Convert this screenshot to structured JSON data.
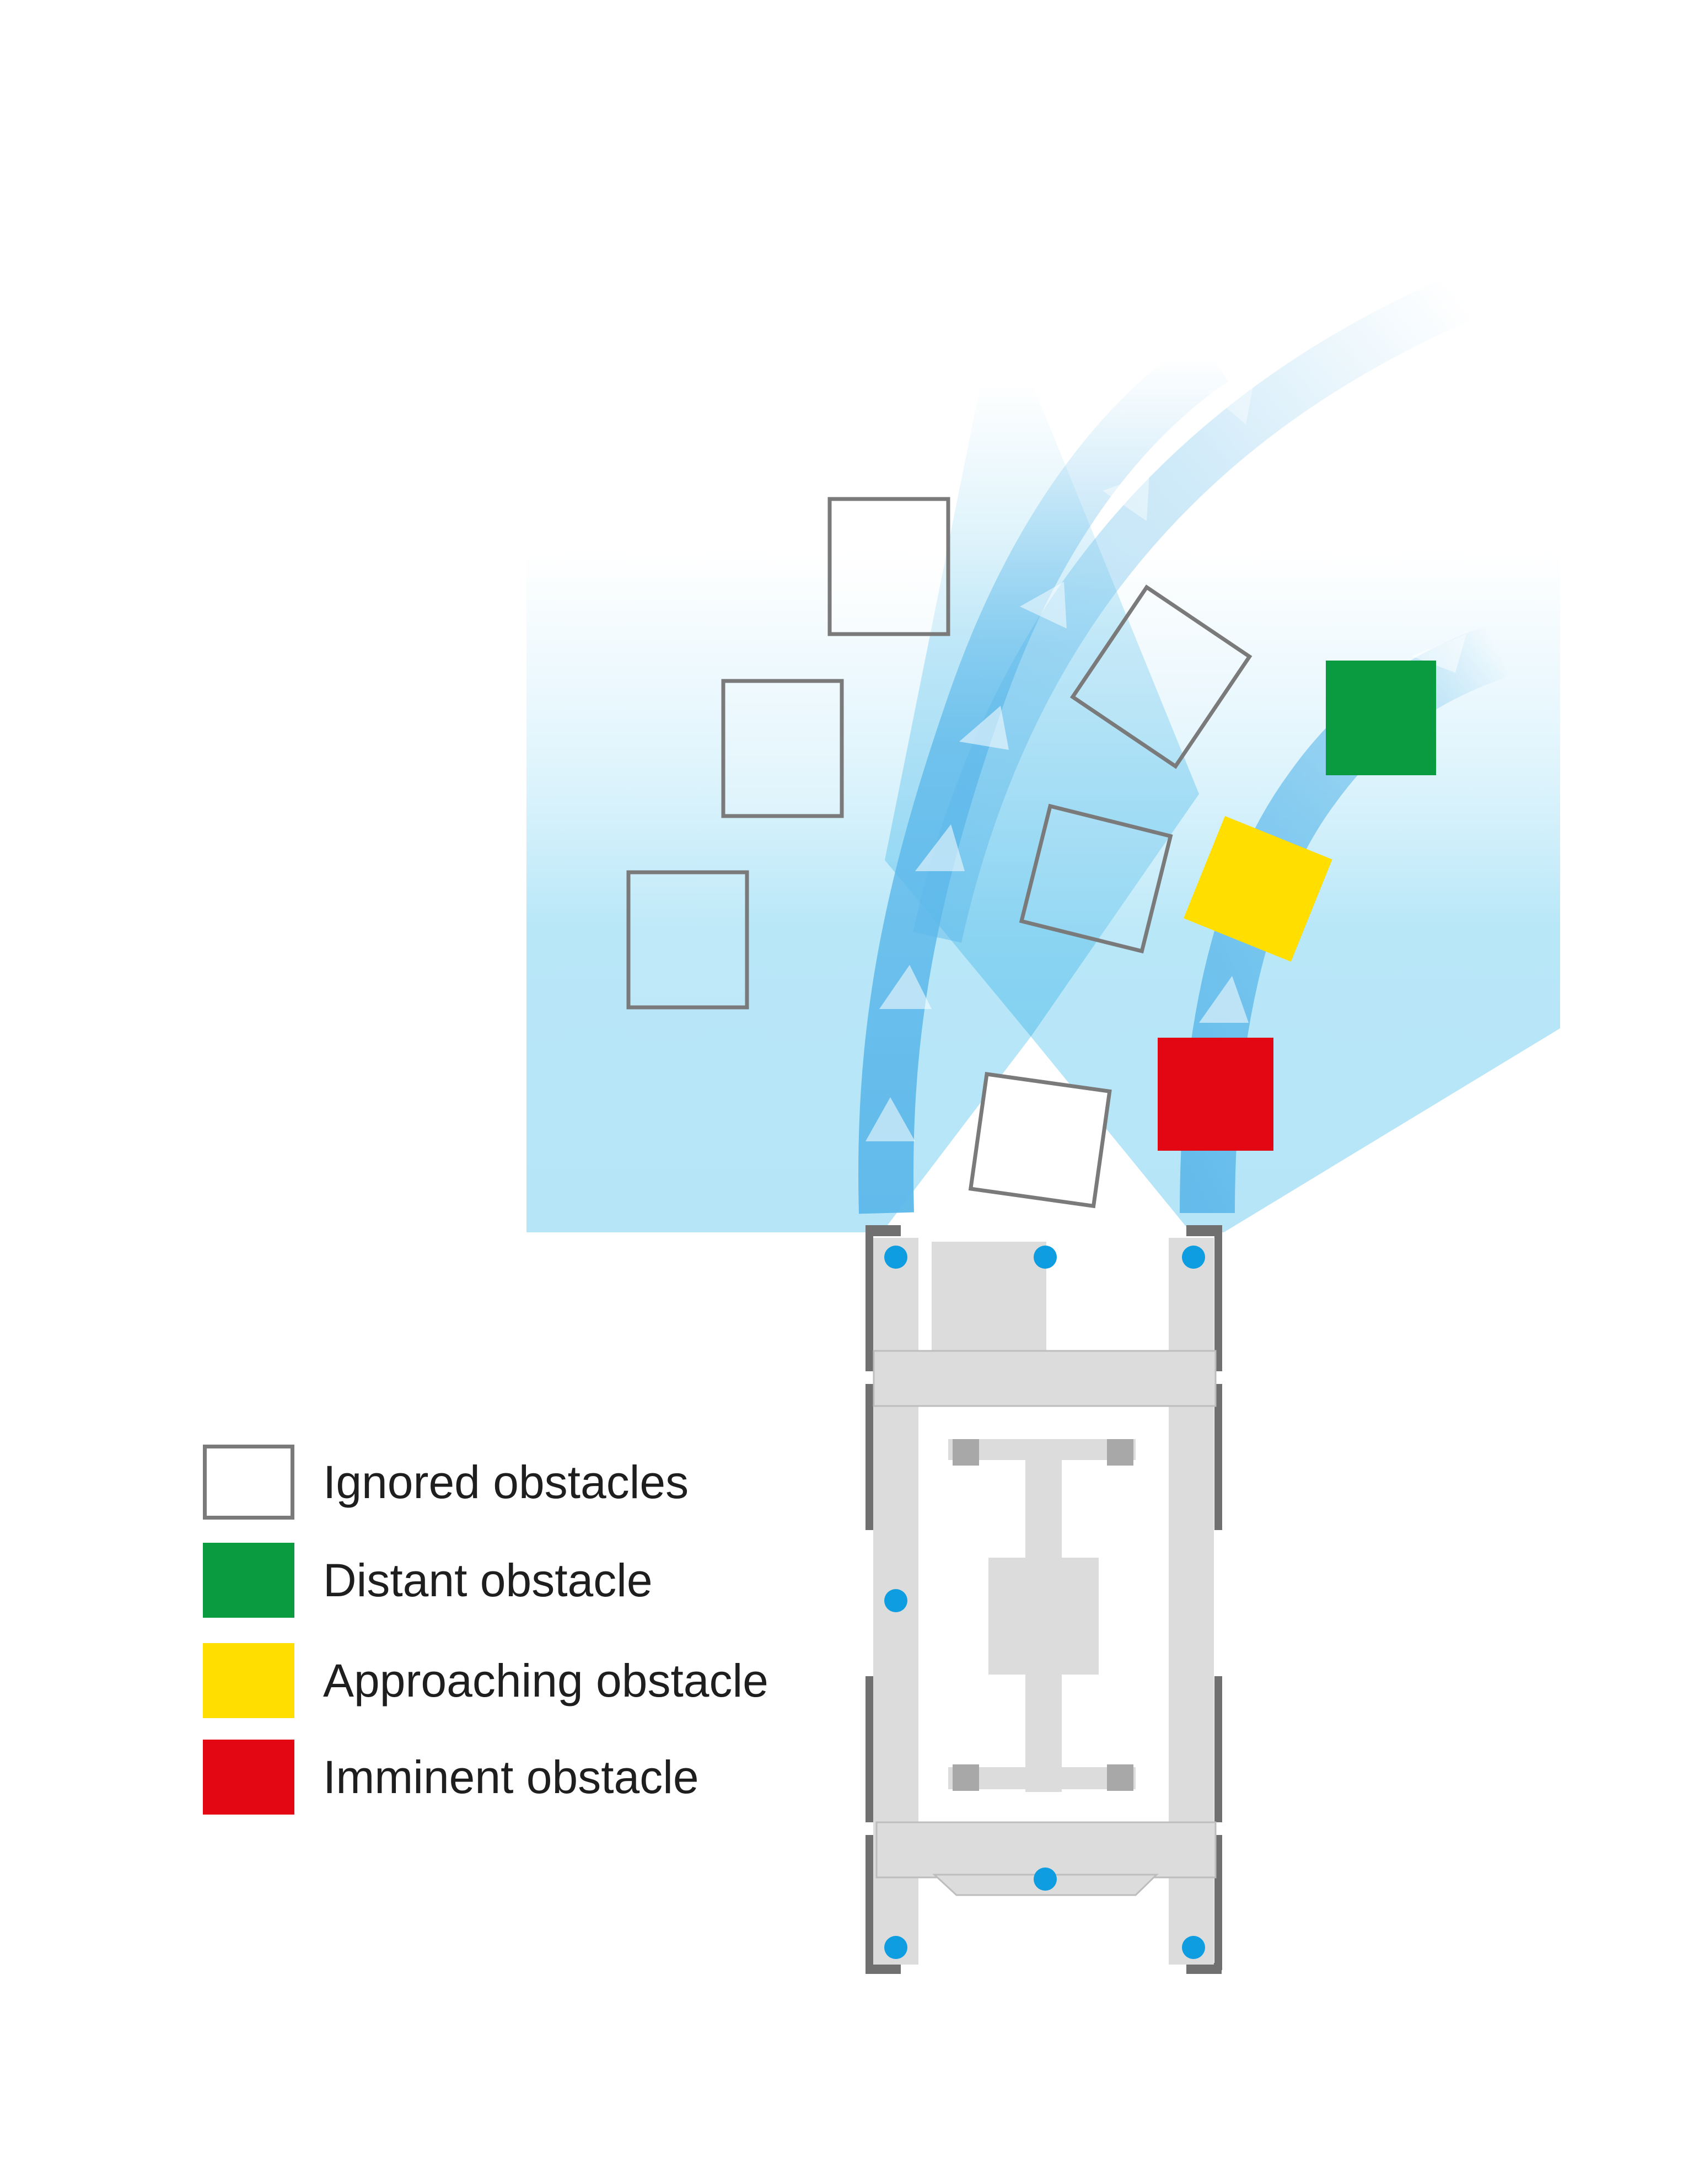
{
  "colors": {
    "field": "#aee3f7",
    "path": "#5cb8ea",
    "ignored_outline": "#7a7a7a",
    "distant": "#0a9a3f",
    "approaching": "#ffde00",
    "imminent": "#e30613",
    "sensor": "#0d9de0",
    "vehicle_body": "#dcdcdc",
    "wheel": "#707070"
  },
  "legend": [
    {
      "label": "Ignored obstacles",
      "swatch": "outline"
    },
    {
      "label": "Distant obstacle",
      "swatch": "#0a9a3f"
    },
    {
      "label": "Approaching obstacle",
      "swatch": "#ffde00"
    },
    {
      "label": "Imminent obstacle",
      "swatch": "#e30613"
    }
  ]
}
